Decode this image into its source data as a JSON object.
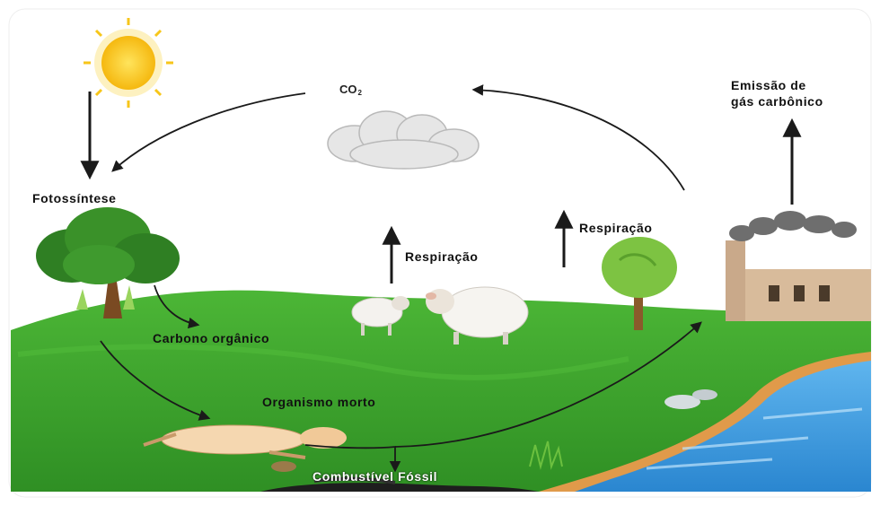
{
  "labels": {
    "co2": "CO",
    "co2_subscript": "2",
    "photosynthesis": "Fotossíntese",
    "respiration_animals": "Respiração",
    "respiration_plants": "Respiração",
    "emission_line1": "Emissão de",
    "emission_line2": "gás carbônico",
    "organic_carbon": "Carbono orgânico",
    "dead_organism": "Organismo morto",
    "fossil_fuel": "Combustível Fóssil"
  },
  "icons": [
    "sun-icon",
    "cloud-icon",
    "tree-icon",
    "sheep-icon",
    "small-tree-icon",
    "factory-icon",
    "smoke-icon",
    "dead-animal-icon",
    "river-icon"
  ],
  "colors": {
    "grass": "#3aa02c",
    "grass_dark": "#2d8a22",
    "water": "#3b9de0",
    "sun": "#f7c61a",
    "arrow": "#1a1a1a",
    "sand": "#d98a3c"
  }
}
